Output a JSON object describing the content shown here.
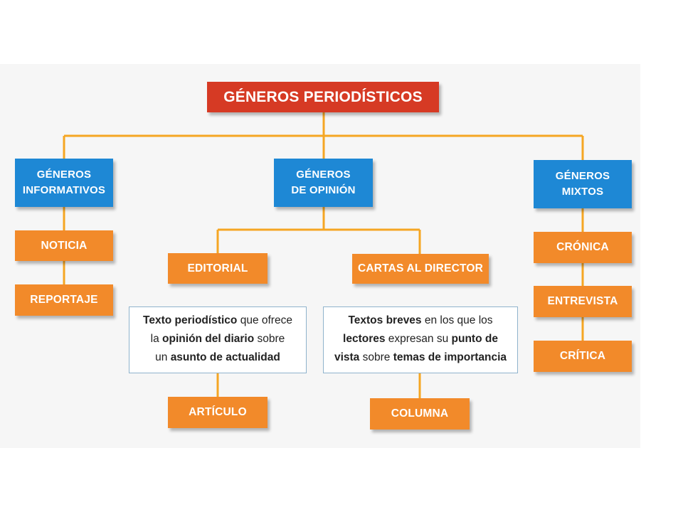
{
  "title": "GÉNEROS PERIODÍSTICOS",
  "categories": [
    {
      "label_line1": "GÉNEROS",
      "label_line2": "INFORMATIVOS",
      "items": [
        "NOTICIA",
        "REPORTAJE"
      ]
    },
    {
      "label_line1": "GÉNEROS",
      "label_line2": "DE OPINIÓN",
      "subtypes": [
        {
          "label": "EDITORIAL",
          "description": [
            [
              {
                "t": "Texto periodístico",
                "b": true
              },
              {
                "t": " que ofrece",
                "b": false
              }
            ],
            [
              {
                "t": "la ",
                "b": false
              },
              {
                "t": "opinión del diario",
                "b": true
              },
              {
                "t": " sobre",
                "b": false
              }
            ],
            [
              {
                "t": "un ",
                "b": false
              },
              {
                "t": "asunto de actualidad",
                "b": true
              }
            ]
          ],
          "item": "ARTÍCULO"
        },
        {
          "label": "CARTAS AL DIRECTOR",
          "description": [
            [
              {
                "t": "Textos breves",
                "b": true
              },
              {
                "t": " en los que los",
                "b": false
              }
            ],
            [
              {
                "t": "lectores",
                "b": true
              },
              {
                "t": " expresan su ",
                "b": false
              },
              {
                "t": "punto de",
                "b": true
              }
            ],
            [
              {
                "t": "vista",
                "b": true
              },
              {
                "t": " sobre ",
                "b": false
              },
              {
                "t": "temas de importancia",
                "b": true
              }
            ]
          ],
          "item": "COLUMNA"
        }
      ]
    },
    {
      "label_line1": "GÉNEROS",
      "label_line2": "MIXTOS",
      "items": [
        "CRÓNICA",
        "ENTREVISTA",
        "CRÍTICA"
      ]
    }
  ],
  "colors": {
    "title_bg": "#d63a24",
    "category_bg": "#1e88d5",
    "item_bg": "#f28a2a",
    "connector": "#f5a623",
    "description_border": "#8fb3cc"
  }
}
